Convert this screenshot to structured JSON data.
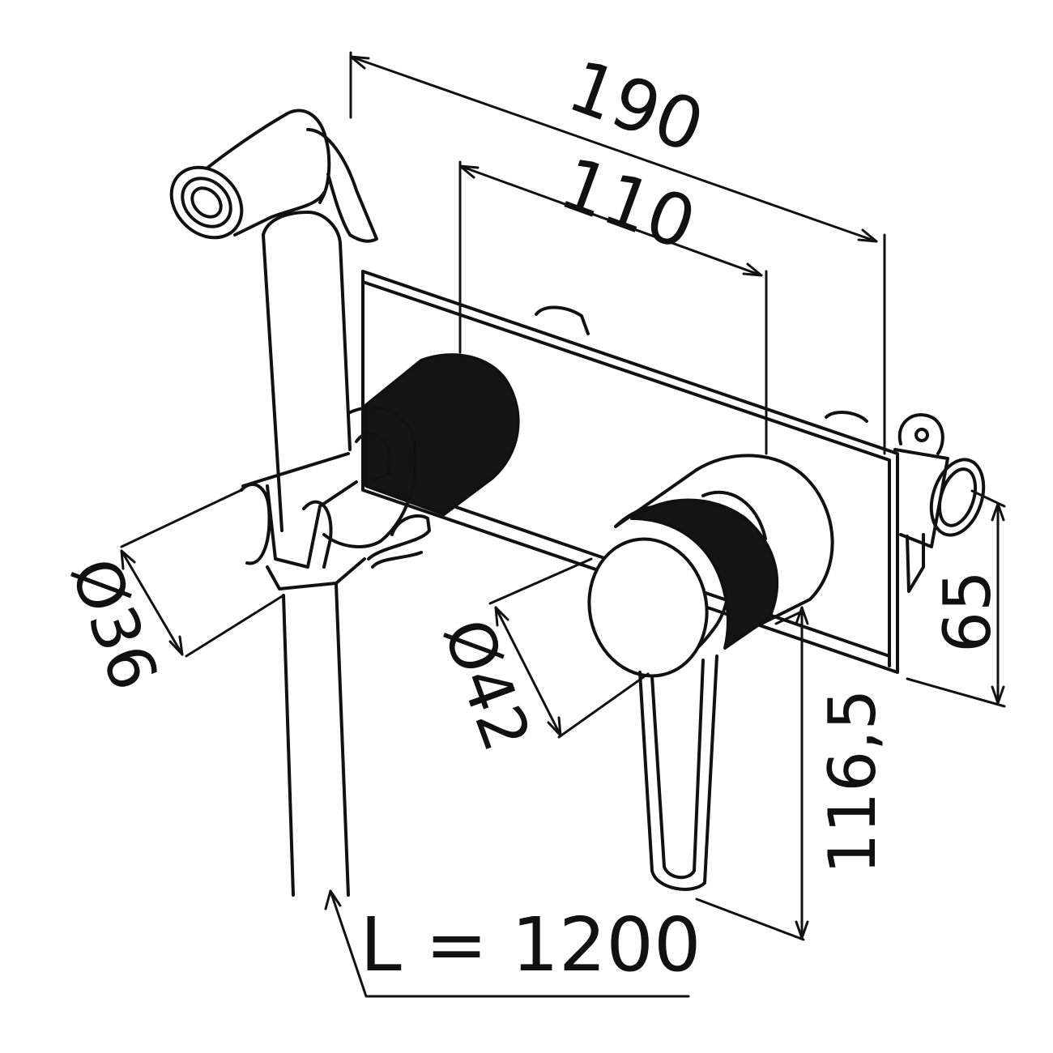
{
  "drawing": {
    "colors": {
      "line": "#111111",
      "fill_dark": "#141414",
      "background": "#ffffff"
    },
    "dimensions": {
      "overall_width": "190",
      "plate_width": "110",
      "height_65": "65",
      "height_116": "116,5",
      "holder_diameter": "Ø36",
      "handle_diameter": "Ø42",
      "hose_length": "L = 1200"
    }
  }
}
